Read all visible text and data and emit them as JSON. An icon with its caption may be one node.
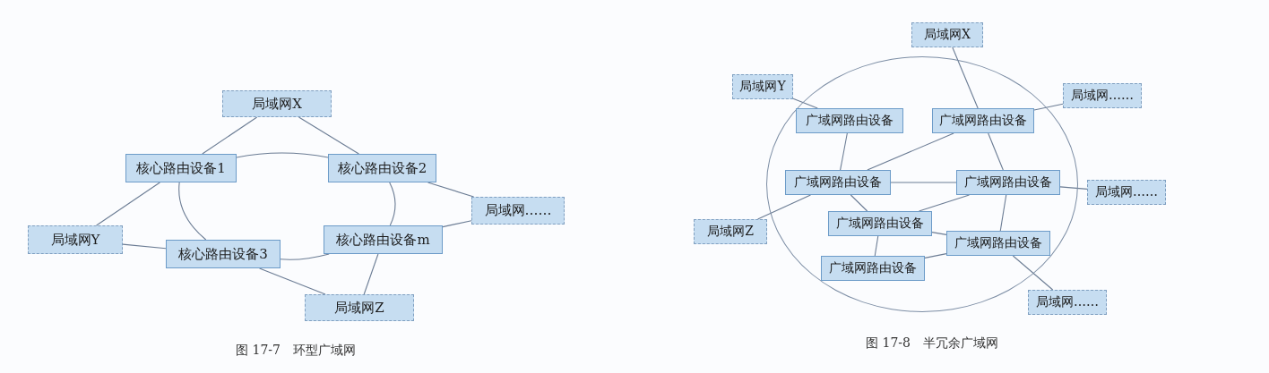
{
  "diagram": {
    "nodes": [
      {
        "text": [
          "局域网X"
        ]
      },
      {
        "text": [
          "核心路由设备1"
        ]
      },
      {
        "text": [
          "核心路由设备2"
        ]
      },
      {
        "text": [
          "局域网……"
        ]
      },
      {
        "text": [
          "局域网Y"
        ]
      },
      {
        "text": [
          "核心路由设备m"
        ]
      },
      {
        "text": [
          "核心路由设备3"
        ]
      },
      {
        "text": [
          "局域网Z"
        ]
      },
      {
        "text": [
          "局域网X"
        ]
      },
      {
        "text": [
          "局域网Y"
        ]
      },
      {
        "text": [],
        "shape": "circle"
      },
      {
        "text": [
          "广域网路由设备"
        ],
        "in": 10
      },
      {
        "text": [
          "广域网路由设备"
        ],
        "in": 10
      },
      {
        "text": [
          "局域网……"
        ]
      },
      {
        "text": [
          "广域网路由设备"
        ],
        "in": 10
      },
      {
        "text": [
          "广域网路由设备"
        ],
        "in": 10
      },
      {
        "text": [
          "局域网……"
        ]
      },
      {
        "text": [
          "局域网Z"
        ]
      },
      {
        "text": [
          "广域网路由设备"
        ],
        "in": 10
      },
      {
        "text": [
          "广域网路由设备"
        ],
        "in": 10
      },
      {
        "text": [
          "广域网路由设备"
        ],
        "in": 10
      },
      {
        "text": [
          "局域网……"
        ]
      }
    ],
    "edges": [
      {
        "from": 0,
        "to": 1,
        "arrow": "none"
      },
      {
        "from": 0,
        "to": 2,
        "arrow": "none"
      },
      {
        "from": 1,
        "to": 2,
        "arrow": "none"
      },
      {
        "from": 2,
        "to": 5,
        "arrow": "none"
      },
      {
        "from": 5,
        "to": 6,
        "arrow": "none"
      },
      {
        "from": 6,
        "to": 1,
        "arrow": "none"
      },
      {
        "from": 2,
        "to": 3,
        "arrow": "none"
      },
      {
        "from": 5,
        "to": 3,
        "arrow": "none"
      },
      {
        "from": 4,
        "to": 1,
        "arrow": "none"
      },
      {
        "from": 4,
        "to": 6,
        "arrow": "none"
      },
      {
        "from": 6,
        "to": 7,
        "arrow": "none"
      },
      {
        "from": 5,
        "to": 7,
        "arrow": "none"
      },
      {
        "from": 8,
        "to": 12,
        "arrow": "none"
      },
      {
        "from": 9,
        "to": 11,
        "arrow": "none"
      },
      {
        "from": 12,
        "to": 13,
        "arrow": "none"
      },
      {
        "from": 11,
        "to": 14,
        "arrow": "none"
      },
      {
        "from": 12,
        "to": 14,
        "arrow": "none"
      },
      {
        "from": 12,
        "to": 15,
        "arrow": "none"
      },
      {
        "from": 14,
        "to": 15,
        "arrow": "none"
      },
      {
        "from": 14,
        "to": 18,
        "arrow": "none"
      },
      {
        "from": 15,
        "to": 18,
        "arrow": "none"
      },
      {
        "from": 15,
        "to": 16,
        "arrow": "none"
      },
      {
        "from": 15,
        "to": 19,
        "arrow": "none"
      },
      {
        "from": 17,
        "to": 14,
        "arrow": "none"
      },
      {
        "from": 18,
        "to": 19,
        "arrow": "none"
      },
      {
        "from": 18,
        "to": 20,
        "arrow": "none"
      },
      {
        "from": 20,
        "to": 19,
        "arrow": "none"
      },
      {
        "from": 19,
        "to": 21,
        "arrow": "none"
      }
    ],
    "labels": [
      "图 17-7　环型广域网",
      "图 17-8　半冗余广域网"
    ]
  }
}
